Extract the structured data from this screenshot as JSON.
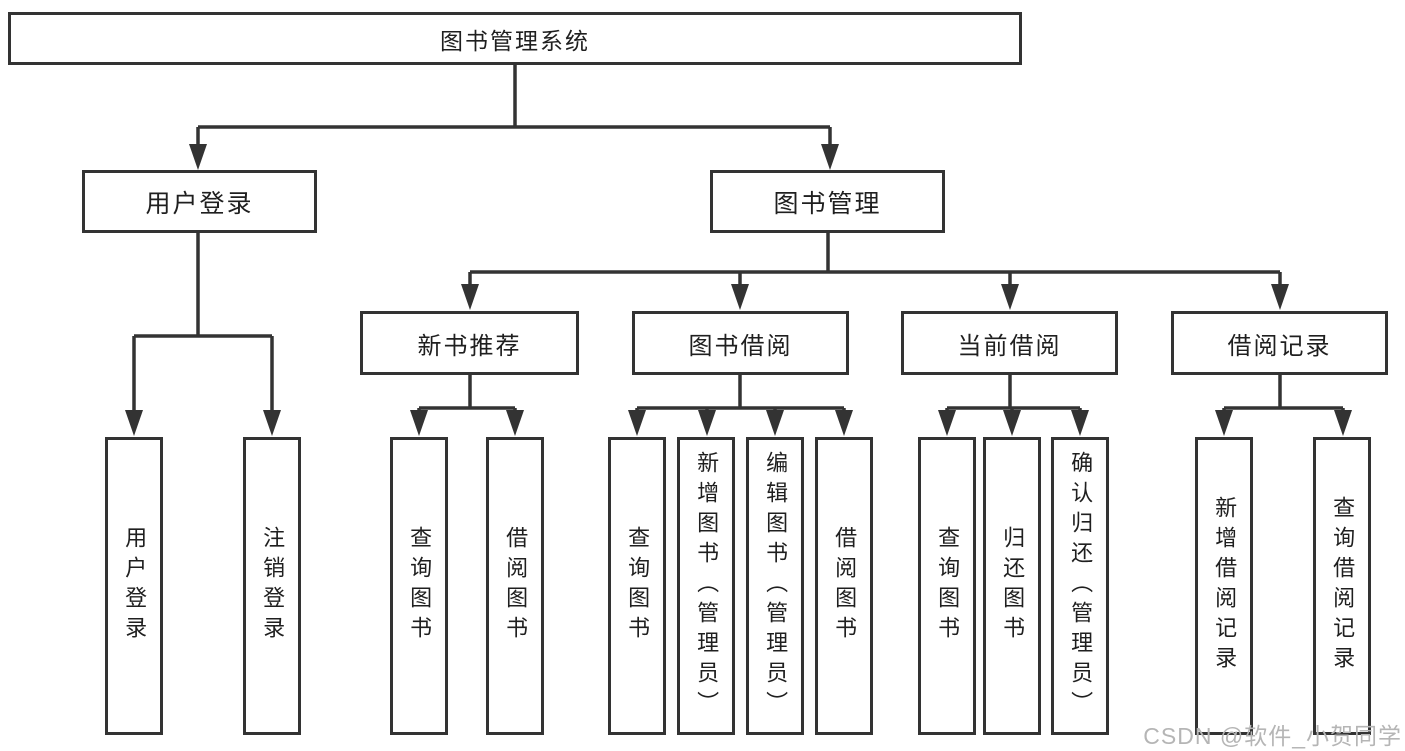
{
  "diagram": {
    "title": "图书管理系统",
    "level2": [
      {
        "label": "用户登录",
        "children": [
          {
            "label": "用户登录"
          },
          {
            "label": "注销登录"
          }
        ]
      },
      {
        "label": "图书管理",
        "children": [
          {
            "label": "新书推荐",
            "children": [
              {
                "label": "查询图书"
              },
              {
                "label": "借阅图书"
              }
            ]
          },
          {
            "label": "图书借阅",
            "children": [
              {
                "label": "查询图书"
              },
              {
                "label": "新增图书（管理员）"
              },
              {
                "label": "编辑图书（管理员）"
              },
              {
                "label": "借阅图书"
              }
            ]
          },
          {
            "label": "当前借阅",
            "children": [
              {
                "label": "查询图书"
              },
              {
                "label": "归还图书"
              },
              {
                "label": "确认归还（管理员）"
              }
            ]
          },
          {
            "label": "借阅记录",
            "children": [
              {
                "label": "新增借阅记录"
              },
              {
                "label": "查询借阅记录"
              }
            ]
          }
        ]
      }
    ]
  },
  "watermark": {
    "text": "CSDN @软件_小贺同学",
    "color": "#b5b5b5"
  },
  "colors": {
    "line": "#333333",
    "box_border": "#333333",
    "text": "#1f1f1f",
    "background": "#ffffff"
  }
}
